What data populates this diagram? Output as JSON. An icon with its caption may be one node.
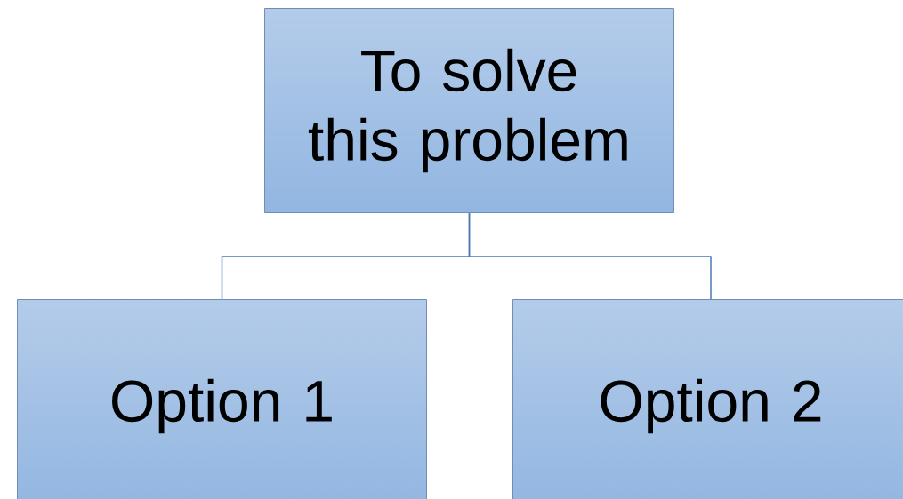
{
  "diagram": {
    "nodes": [
      {
        "text": [
          "To solve this problem"
        ]
      },
      {
        "text": [
          "Option 1"
        ]
      },
      {
        "text": [
          "Option 2"
        ]
      }
    ],
    "edges": [
      {
        "from": 0,
        "to": 1,
        "arrow": "none"
      },
      {
        "from": 0,
        "to": 2,
        "arrow": "none"
      }
    ]
  }
}
